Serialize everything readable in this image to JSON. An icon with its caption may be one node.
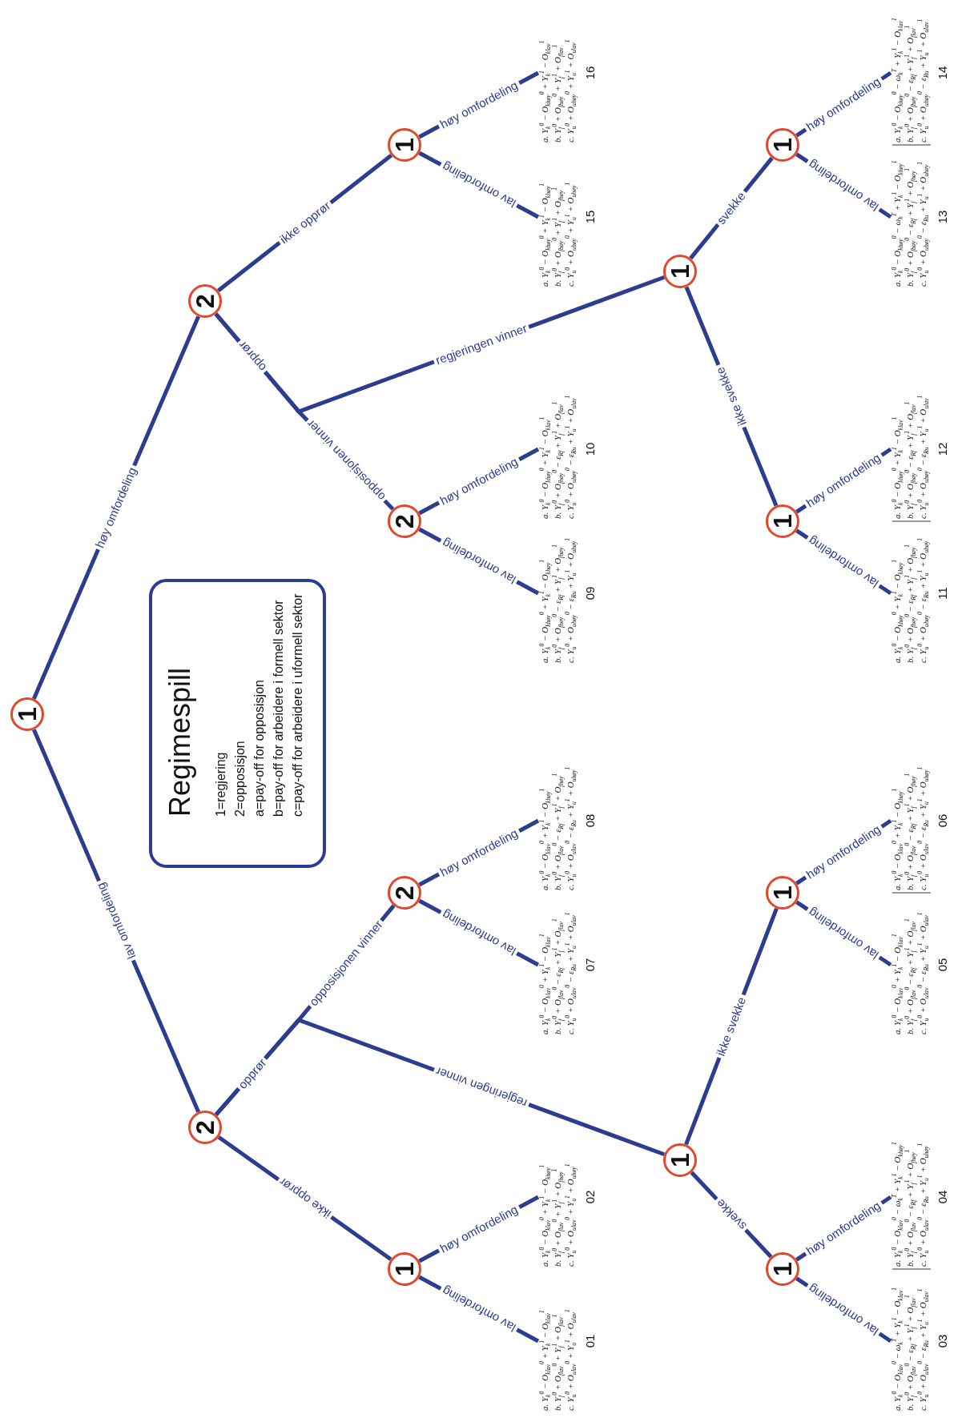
{
  "diagram": {
    "nodes": [
      {
        "text": [
          "1"
        ]
      },
      {
        "text": [
          "2"
        ]
      },
      {
        "text": [
          "2"
        ]
      },
      {
        "text": [
          "1"
        ]
      },
      {
        "text": [
          "2"
        ]
      },
      {
        "text": [
          "2"
        ]
      },
      {
        "text": [
          "1"
        ]
      },
      {
        "text": [
          "1"
        ]
      },
      {
        "text": [
          "1"
        ]
      },
      {
        "text": [
          "1"
        ]
      },
      {
        "text": [
          "1"
        ]
      },
      {
        "text": [
          "1"
        ]
      },
      {
        "text": [
          "1"
        ]
      },
      {
        "text": [
          "a. Y$_{k}$$^{0}$ − O$_{klav}$$^{0}$ + Y$_{k}$$^{1}$ − O$_{klav}$$^{1}$",
          "b. Y$_{f}$$^{0}$ + O$_{flav}$$^{0}$ + Y$_{f}$$^{1}$ + O$_{flav}$$^{1}$",
          "c. Y$_{u}$$^{0}$ + O$_{ulav}$$^{0}$ + Y$_{u}$$^{1}$ + O$_{ulav}$$^{1}$"
        ],
        "beside": [
          "01"
        ]
      },
      {
        "text": [
          "a. Y$_{k}$$^{0}$ − O$_{klav}$$^{0}$ + Y$_{k}$$^{1}$ − O$_{khøy}$$^{1}$",
          "b. Y$_{f}$$^{0}$ + O$_{flav}$$^{0}$ + Y$_{f}$$^{1}$ + O$_{fhøy}$$^{1}$",
          "c. Y$_{u}$$^{0}$ + O$_{ulav}$$^{0}$ + Y$_{u}$$^{1}$ + O$_{uhøy}$$^{1}$"
        ],
        "beside": [
          "02"
        ]
      },
      {
        "text": [
          "a. Y$_{k}$$^{0}$ − O$_{klav}$$^{0}$ + Y$_{k}$$^{1}$ − O$_{klav}$$^{1}$",
          "b. Y$_{f}$$^{0}$ + O$_{flav}$$^{0}$ − ε$_{Rf}$ + Y$_{f}$$^{1}$ + O$_{flav}$$^{1}$",
          "c. Y$_{u}$$^{0}$ + O$_{ulav}$$^{0}$ − ε$_{Ru}$ + Y$_{u}$$^{1}$ + O$_{ulav}$$^{1}$"
        ],
        "beside": [
          "07"
        ]
      },
      {
        "text": [
          "a. Y$_{k}$$^{0}$ − O$_{klav}$$^{0}$ + Y$_{k}$$^{1}$ − O$_{khøy}$$^{1}$",
          "b. Y$_{f}$$^{0}$ + O$_{flav}$$^{0}$ − ε$_{Rf}$ + Y$_{f}$$^{1}$ + O$_{fhøy}$$^{1}$",
          "c. Y$_{u}$$^{0}$ + O$_{ulav}$$^{0}$ − ε$_{Ru}$ + Y$_{u}$$^{1}$ + O$_{uhøy}$$^{1}$"
        ],
        "beside": [
          "08"
        ]
      },
      {
        "text": [
          "a. Y$_{k}$$^{0}$ − O$_{khøy}$$^{0}$ + Y$_{k}$$^{1}$ − O$_{khøy}$$^{1}$",
          "b. Y$_{f}$$^{0}$ + O$_{fhøy}$$^{0}$ − ε$_{Rf}$ + Y$_{f}$$^{1}$ + O$_{fhøy}$$^{1}$",
          "c. Y$_{u}$$^{0}$ + O$_{uhøy}$$^{0}$ − ε$_{Ru}$ + Y$_{u}$$^{1}$ + O$_{uhøy}$$^{1}$"
        ],
        "beside": [
          "09"
        ]
      },
      {
        "text": [
          "a. Y$_{k}$$^{0}$ − O$_{khøy}$$^{0}$ + Y$_{k}$$^{1}$ − O$_{klav}$$^{1}$",
          "b. Y$_{f}$$^{0}$ + O$_{fhøy}$$^{0}$ − ε$_{Rf}$ + Y$_{f}$$^{1}$ + O$_{flav}$$^{1}$",
          "c. Y$_{u}$$^{0}$ + O$_{uhøy}$$^{0}$ − ε$_{Ru}$ + Y$_{u}$$^{1}$ + O$_{ulav}$$^{1}$"
        ],
        "beside": [
          "10"
        ]
      },
      {
        "text": [
          "a. Y$_{k}$$^{0}$ − O$_{khøy}$$^{0}$ + Y$_{k}$$^{1}$ − O$_{khøy}$$^{1}$",
          "b. Y$_{f}$$^{0}$ + O$_{fhøy}$$^{0}$ + Y$_{f}$$^{1}$ + O$_{fhøy}$$^{1}$",
          "c. Y$_{u}$$^{0}$ + O$_{uhøy}$$^{0}$ + Y$_{u}$$^{1}$ + O$_{uhøy}$$^{1}$"
        ],
        "beside": [
          "15"
        ]
      },
      {
        "text": [
          "a. Y$_{k}$$^{0}$ − O$_{khøy}$$^{0}$ + Y$_{k}$$^{1}$ − O$_{klav}$$^{1}$",
          "b. Y$_{f}$$^{0}$ + O$_{fhøy}$$^{0}$ + Y$_{f}$$^{1}$ + O$_{flav}$$^{1}$",
          "c. Y$_{u}$$^{0}$ + O$_{uhøy}$$^{0}$ + Y$_{u}$$^{1}$ + O$_{ulav}$$^{1}$"
        ],
        "beside": [
          "16"
        ]
      },
      {
        "text": [
          "a. Y$_{k}$$^{0}$ − O$_{klav}$$^{0}$ − ω$_{k}$$^{T}$ + Y$_{k}$$^{1}$ − O$_{klav}$$^{1}$",
          "b. Y$_{f}$$^{0}$ + O$_{flav}$$^{0}$ − ε$_{Rf}$ + Y$_{f}$$^{1}$ + O$_{flav}$$^{1}$",
          "c. Y$_{u}$$^{0}$ + O$_{ulav}$$^{0}$ − ε$_{Ru}$ + Y$_{u}$$^{1}$ + O$_{ulav}$$^{1}$"
        ],
        "beside": [
          "03"
        ]
      },
      {
        "text": [
          "a. Y$_{k}$$^{0}$ − O$_{klav}$$^{0}$ − ω$_{k}$$^{T}$ + Y$_{k}$$^{1}$ − O$_{khøy}$$^{1}$",
          "b. Y$_{f}$$^{0}$ + O$_{flav}$$^{0}$ − ε$_{Rf}$ + Y$_{f}$$^{1}$ + O$_{fhøy}$$^{1}$",
          "c. Y$_{u}$$^{0}$ + O$_{ulav}$$^{0}$ − ε$_{Ru}$ + Y$_{u}$$^{1}$ + O$_{uhøy}$$^{1}$"
        ],
        "beside": [
          "04"
        ]
      },
      {
        "text": [
          "a. Y$_{k}$$^{0}$ − O$_{klav}$$^{0}$ + Y$_{k}$$^{1}$ − O$_{klav}$$^{1}$",
          "b. Y$_{f}$$^{0}$ + O$_{flav}$$^{0}$ − ε$_{Rf}$ + Y$_{f}$$^{1}$ + O$_{flav}$$^{1}$",
          "c. Y$_{u}$$^{0}$ + O$_{ulav}$$^{0}$ − ε$_{Ru}$ + Y$_{u}$$^{1}$ + O$_{ulav}$$^{1}$"
        ],
        "beside": [
          "05"
        ]
      },
      {
        "text": [
          "a. Y$_{k}$$^{0}$ − O$_{klav}$$^{0}$ + Y$_{k}$$^{1}$ − O$_{khøy}$$^{1}$",
          "b. Y$_{f}$$^{0}$ + O$_{flav}$$^{0}$ − ε$_{Rf}$ + Y$_{f}$$^{1}$ + O$_{fhøy}$$^{1}$",
          "c. Y$_{u}$$^{0}$ + O$_{ulav}$$^{0}$ − ε$_{Ru}$ + Y$_{u}$$^{1}$ + O$_{uhøy}$$^{1}$"
        ],
        "beside": [
          "06"
        ]
      },
      {
        "text": [
          "a. Y$_{k}$$^{0}$ − O$_{khøy}$$^{0}$ + Y$_{k}$$^{1}$ − O$_{khøy}$$^{1}$",
          "b. Y$_{f}$$^{0}$ + O$_{fhøy}$$^{0}$ − ε$_{Rf}$ + Y$_{f}$$^{1}$ + O$_{fhøy}$$^{1}$",
          "c. Y$_{u}$$^{0}$ + O$_{uhøy}$$^{0}$ − ε$_{Ru}$ + Y$_{u}$$^{1}$ + O$_{uhøy}$$^{1}$"
        ],
        "beside": [
          "11"
        ]
      },
      {
        "text": [
          "a. Y$_{k}$$^{0}$ − O$_{khøy}$$^{0}$ + Y$_{k}$$^{1}$ − O$_{klav}$$^{1}$",
          "b. Y$_{f}$$^{0}$ + O$_{fhøy}$$^{0}$ − ε$_{Rf}$ + Y$_{f}$$^{1}$ + O$_{flav}$$^{1}$",
          "c. Y$_{u}$$^{0}$ + O$_{uhøy}$$^{0}$ − ε$_{Ru}$ + Y$_{u}$$^{1}$ + O$_{ulav}$$^{1}$"
        ],
        "beside": [
          "12"
        ]
      },
      {
        "text": [
          "a. Y$_{k}$$^{0}$ − O$_{khøy}$$^{0}$ − ω$_{k}$$^{T}$ + Y$_{k}$$^{1}$ − O$_{khøy}$$^{1}$",
          "b. Y$_{f}$$^{0}$ + O$_{fhøy}$$^{0}$ − ε$_{Rf}$ + Y$_{f}$$^{1}$ + O$_{fhøy}$$^{1}$",
          "c. Y$_{u}$$^{0}$ + O$_{uhøy}$$^{0}$ − ε$_{Ru}$ + Y$_{u}$$^{1}$ + O$_{uhøy}$$^{1}$"
        ],
        "beside": [
          "13"
        ]
      },
      {
        "text": [
          "a. Y$_{k}$$^{0}$ − O$_{khøy}$$^{0}$ − ω$_{k}$$^{T}$ + Y$_{k}$$^{1}$ − O$_{klav}$$^{1}$",
          "b. Y$_{f}$$^{0}$ + O$_{fhøy}$$^{0}$ − ε$_{Rf}$ + Y$_{f}$$^{1}$ + O$_{flav}$$^{1}$",
          "c. Y$_{u}$$^{0}$ + O$_{uhøy}$$^{0}$ − ε$_{Ru}$ + Y$_{u}$$^{1}$ + O$_{ulav}$$^{1}$"
        ],
        "beside": [
          "14"
        ]
      },
      {
        "text": [
          "Regimespill",
          "1=regjering",
          "2=opposisjon",
          "a=pay-off for opposisjon",
          "b=pay-off for arbeidere i formell sektor",
          "c=pay-off for arbeidere i uformell sektor"
        ]
      }
    ],
    "edges": [
      {
        "from": 0,
        "to": 1,
        "arrow": "none",
        "label": "lav omfordeling"
      },
      {
        "from": 0,
        "to": 2,
        "arrow": "none",
        "label": "høy omfordeling"
      },
      {
        "from": 1,
        "to": 3,
        "arrow": "none",
        "label": "ikke opprør"
      },
      {
        "from": 1,
        "to": 4,
        "arrow": "none",
        "label": "opposisjonen vinner"
      },
      {
        "from": 1,
        "to": 7,
        "arrow": "none",
        "label": "regjeringen vinner"
      },
      {
        "from": 2,
        "to": 5,
        "arrow": "none",
        "label": "opposisjonen vinner"
      },
      {
        "from": 2,
        "to": 8,
        "arrow": "none",
        "label": "regjeringen vinner"
      },
      {
        "from": 2,
        "to": 6,
        "arrow": "none",
        "label": "ikke opprør"
      },
      {
        "from": 3,
        "to": 13,
        "arrow": "none",
        "label": "lav omfordeling"
      },
      {
        "from": 3,
        "to": 14,
        "arrow": "none",
        "label": "høy omfordeling"
      },
      {
        "from": 4,
        "to": 15,
        "arrow": "none",
        "label": "lav omfordeling"
      },
      {
        "from": 4,
        "to": 16,
        "arrow": "none",
        "label": "høy omfordeling"
      },
      {
        "from": 5,
        "to": 17,
        "arrow": "none",
        "label": "lav omfordeling"
      },
      {
        "from": 5,
        "to": 18,
        "arrow": "none",
        "label": "høy omfordeling"
      },
      {
        "from": 6,
        "to": 19,
        "arrow": "none",
        "label": "lav omfordeling"
      },
      {
        "from": 6,
        "to": 20,
        "arrow": "none",
        "label": "høy omfordeling"
      },
      {
        "from": 7,
        "to": 9,
        "arrow": "none",
        "label": "svekke"
      },
      {
        "from": 7,
        "to": 10,
        "arrow": "none",
        "label": "ikke svekke"
      },
      {
        "from": 8,
        "to": 11,
        "arrow": "none",
        "label": "ikke svekke"
      },
      {
        "from": 8,
        "to": 12,
        "arrow": "none",
        "label": "svekke"
      },
      {
        "from": 9,
        "to": 21,
        "arrow": "none",
        "label": "lav omfordeling"
      },
      {
        "from": 9,
        "to": 22,
        "arrow": "none",
        "label": "høy omfordeling"
      },
      {
        "from": 10,
        "to": 23,
        "arrow": "none",
        "label": "lav omfordeling"
      },
      {
        "from": 10,
        "to": 24,
        "arrow": "none",
        "label": "høy omfordeling"
      },
      {
        "from": 11,
        "to": 25,
        "arrow": "none",
        "label": "lav omfordeling"
      },
      {
        "from": 11,
        "to": 26,
        "arrow": "none",
        "label": "høy omfordeling"
      },
      {
        "from": 12,
        "to": 27,
        "arrow": "none",
        "label": "lav omfordeling"
      },
      {
        "from": 12,
        "to": 28,
        "arrow": "none",
        "label": "høy omfordeling"
      }
    ],
    "labels": [
      "opprør",
      "opprør"
    ]
  }
}
